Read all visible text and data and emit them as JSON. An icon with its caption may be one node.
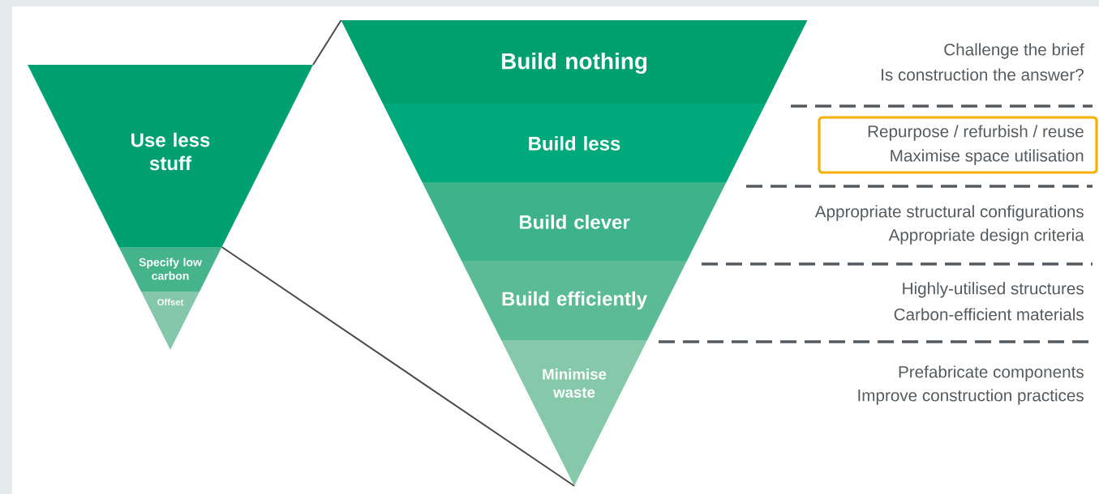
{
  "diagram": {
    "nodes": [
      {
        "text": [
          "Use less stuff"
        ]
      },
      {
        "text": [
          "Specify low carbon"
        ]
      },
      {
        "text": [
          "Offset"
        ]
      },
      {
        "text": [
          "Build nothing"
        ]
      },
      {
        "text": [
          "Build less"
        ]
      },
      {
        "text": [
          "Build clever"
        ]
      },
      {
        "text": [
          "Build efficiently"
        ]
      },
      {
        "text": [
          "Minimise waste"
        ]
      },
      {
        "text": [
          "Repurpose / refurbish / reuse",
          "Maximise space utilisation"
        ]
      }
    ],
    "edges": [
      {
        "from": 0,
        "to": 3,
        "arrow": "none"
      },
      {
        "from": 0,
        "to": 7,
        "arrow": "none"
      }
    ],
    "labels": [
      "Challenge the brief",
      "Is construction the answer?",
      "Appropriate structural configurations",
      "Appropriate design criteria",
      "Highly-utilised structures",
      "Carbon-efficient materials",
      "Prefabricate components",
      "Improve construction practices"
    ]
  }
}
